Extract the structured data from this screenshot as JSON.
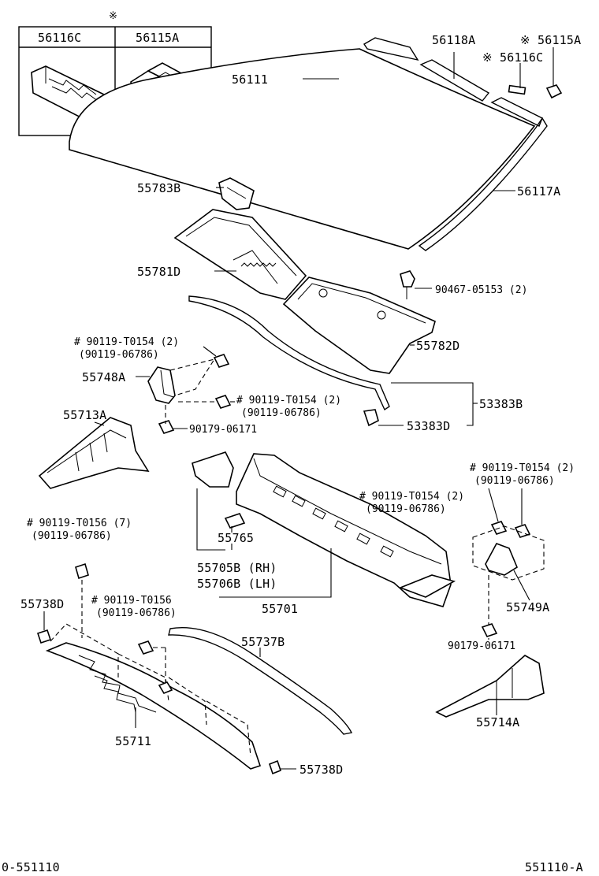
{
  "diagram_title_mark": "※",
  "table": {
    "col1": "56116C",
    "col2": "56115A"
  },
  "labels": {
    "p56111": "56111",
    "p56118A": "56118A",
    "p56115A_note": "※ 56115A",
    "p56116C_note": "※ 56116C",
    "p56117A": "56117A",
    "p55783B": "55783B",
    "p55781D": "55781D",
    "p90467": "90467-05153 (2)",
    "p55782D": "55782D",
    "bolt1_a": "# 90119-T0154 (2)",
    "bolt1_b": "(90119-06786)",
    "p55748A": "55748A",
    "bolt2_a": "# 90119-T0154 (2)",
    "bolt2_b": "(90119-06786)",
    "p53383B": "53383B",
    "p55713A": "55713A",
    "p90179_left": "90179-06171",
    "p53383D": "53383D",
    "bolt3_a": "# 90119-T0154 (2)",
    "bolt3_b": "(90119-06786)",
    "bolt4_a": "# 90119-T0154 (2)",
    "bolt4_b": "(90119-06786)",
    "bolt5_a": "# 90119-T0156 (7)",
    "bolt5_b": "(90119-06786)",
    "p55765": "55765",
    "p55705B": "55705B (RH)",
    "p55706B": "55706B (LH)",
    "p55701": "55701",
    "p55749A": "55749A",
    "p55738D_top": "55738D",
    "bolt6_a": "# 90119-T0156",
    "bolt6_b": "(90119-06786)",
    "p90179_right": "90179-06171",
    "p55737B": "55737B",
    "p55714A": "55714A",
    "p55711": "55711",
    "p55738D_bottom": "55738D"
  },
  "footer": {
    "left_code": "0-551110",
    "right_code": "551110-A"
  }
}
